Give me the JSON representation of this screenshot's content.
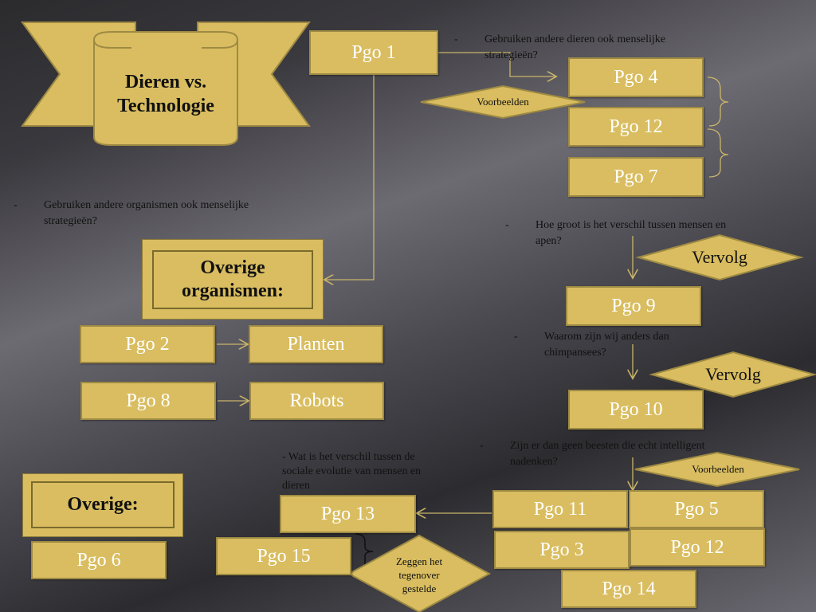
{
  "banner": {
    "title_line1": "Dieren vs.",
    "title_line2": "Technologie"
  },
  "boxes": {
    "pgo1": "Pgo 1",
    "pgo4": "Pgo 4",
    "pgo12a": "Pgo 12",
    "pgo7": "Pgo 7",
    "pgo9": "Pgo 9",
    "pgo10": "Pgo 10",
    "pgo2": "Pgo 2",
    "planten": "Planten",
    "pgo8": "Pgo 8",
    "robots": "Robots",
    "pgo6": "Pgo 6",
    "pgo13": "Pgo 13",
    "pgo15": "Pgo 15",
    "pgo11": "Pgo 11",
    "pgo5": "Pgo 5",
    "pgo3": "Pgo 3",
    "pgo12b": "Pgo 12",
    "pgo14": "Pgo 14"
  },
  "headers": {
    "overige_organismen_line1": "Overige",
    "overige_organismen_line2": "organismen:",
    "overige": "Overige:"
  },
  "diamonds": {
    "voorbeelden_top": "Voorbeelden",
    "vervolg_1": "Vervolg",
    "vervolg_2": "Vervolg",
    "voorbeelden_bottom": "Voorbeelden",
    "zeggen": "Zeggen het tegenover gestelde"
  },
  "notes": {
    "bullet": "-",
    "q_dieren_line1": "Gebruiken andere dieren ook menselijke",
    "q_dieren_line2": "strategieën?",
    "q_organismen_line1": "Gebruiken andere organismen  ook menselijke",
    "q_organismen_line2": "strategieën?",
    "q_verschil_line1": "Hoe groot is het verschil tussen mensen en",
    "q_verschil_line2": "apen?",
    "q_anders_line1": "Waarom zijn wij anders dan",
    "q_anders_line2": "chimpansees?",
    "q_beesten_line1": "Zijn er dan geen beesten die echt intelligent",
    "q_beesten_line2": "nadenken?",
    "q_sociaal_line1": "- Wat is het verschil tussen de",
    "q_sociaal_line2": "sociale evolutie van mensen en",
    "q_sociaal_line3": "dieren"
  },
  "colors": {
    "box_fill": "#d9bd60",
    "box_border": "#9e8a43",
    "connector": "#c9b46a"
  }
}
